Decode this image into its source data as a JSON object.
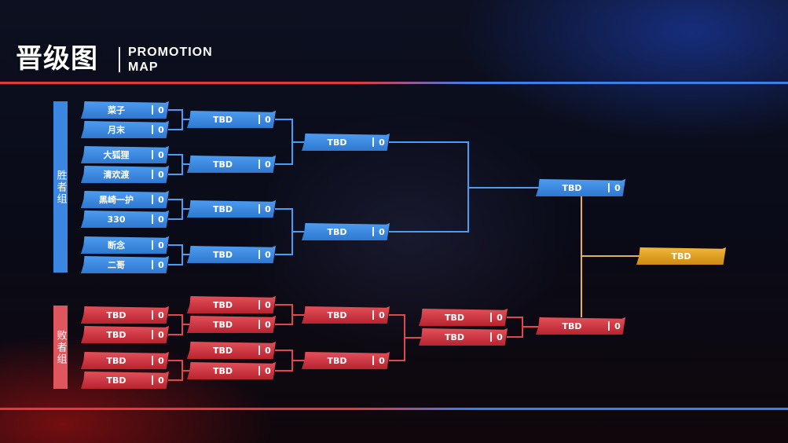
{
  "header": {
    "title": "晋级图",
    "subtitle_line1": "PROMOTION",
    "subtitle_line2": "MAP"
  },
  "groups": {
    "winners": "胜者组",
    "losers": "败者组"
  },
  "winners": {
    "r1": [
      {
        "name": "菜子",
        "score": "0"
      },
      {
        "name": "月末",
        "score": "0"
      },
      {
        "name": "大狐狸",
        "score": "0"
      },
      {
        "name": "清欢渡",
        "score": "0"
      },
      {
        "name": "黑崎一护",
        "score": "0"
      },
      {
        "name": "330",
        "score": "0"
      },
      {
        "name": "断念",
        "score": "0"
      },
      {
        "name": "二哥",
        "score": "0"
      }
    ],
    "r2": [
      {
        "name": "TBD",
        "score": "0"
      },
      {
        "name": "TBD",
        "score": "0"
      },
      {
        "name": "TBD",
        "score": "0"
      },
      {
        "name": "TBD",
        "score": "0"
      }
    ],
    "r3": [
      {
        "name": "TBD",
        "score": "0"
      },
      {
        "name": "TBD",
        "score": "0"
      }
    ],
    "final": {
      "name": "TBD",
      "score": "0"
    }
  },
  "losers": {
    "r1": [
      {
        "name": "TBD",
        "score": "0"
      },
      {
        "name": "TBD",
        "score": "0"
      },
      {
        "name": "TBD",
        "score": "0"
      },
      {
        "name": "TBD",
        "score": "0"
      }
    ],
    "r2": [
      {
        "name": "TBD",
        "score": "0"
      },
      {
        "name": "TBD",
        "score": "0"
      },
      {
        "name": "TBD",
        "score": "0"
      },
      {
        "name": "TBD",
        "score": "0"
      }
    ],
    "r3": [
      {
        "name": "TBD",
        "score": "0"
      },
      {
        "name": "TBD",
        "score": "0"
      }
    ],
    "r4": [
      {
        "name": "TBD",
        "score": "0"
      },
      {
        "name": "TBD",
        "score": "0"
      }
    ],
    "final": {
      "name": "TBD",
      "score": "0"
    }
  },
  "champion": {
    "name": "TBD"
  },
  "colors": {
    "blue": "#3a86e0",
    "red": "#d0353f",
    "gold": "#e0a020",
    "line_blue": "#4a9df5",
    "line_red": "#e0464f",
    "line_gold": "#e8b04a"
  }
}
